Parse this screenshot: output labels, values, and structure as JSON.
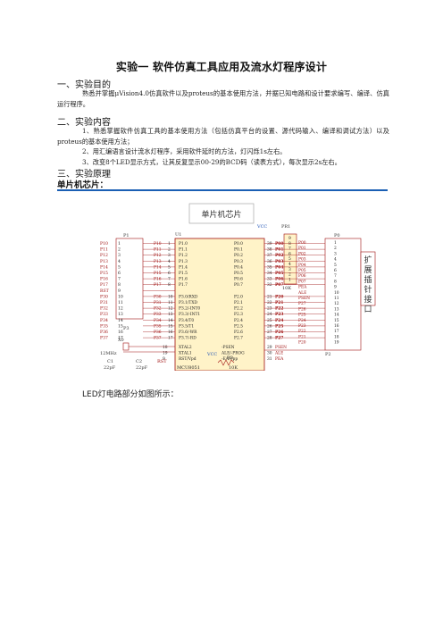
{
  "title": "实验一  软件仿真工具应用及流水灯程序设计",
  "sections": [
    {
      "heading": "一、实验目的"
    },
    {
      "heading": "二、实验内容"
    },
    {
      "heading": "三、实验原理"
    }
  ],
  "purpose_text": "熟悉并掌握μVision4.0仿真软件以及proteus的基本使用方法，并据已知电路和设计要求编写、编译、仿真运行程序。",
  "content_items": [
    "1、熟悉掌握软件仿真工具的基本使用方法（包括仿真平台的设置、源代码输入、编译和调试方法）以及proteus的基本使用方法；",
    "2、用汇编语言设计流水灯程序，采用软件延时的方法，灯闪烁1s左右。",
    "3、改变8个LED显示方式，让其反复显示00-29的BCD码（读表方式），每次显示2s左右。"
  ],
  "chip_subtitle": "单片机芯片：",
  "schematic": {
    "title_box": "单片机芯片",
    "chip_label": "U1",
    "chip_name": "MCU8051",
    "port_label_left": "P1",
    "port_label_right": "P0",
    "port_label_p3": "P3",
    "pr_label": "PR1",
    "res_value": "10K",
    "vcc_label": "VCC",
    "crystal_label": "X0",
    "crystal_freq": "12MHz",
    "c1_label": "C1",
    "c1_value": "22pF",
    "c2_label": "C2",
    "c2_value": "22pF",
    "r3_label": "R3",
    "r3_value": "10K",
    "rst_label": "RST",
    "p2_label": "P2",
    "ext_header": "扩展插针接口",
    "left_p1_pins": [
      "P10",
      "P11",
      "P12",
      "P13",
      "P14",
      "P15",
      "P16",
      "P17",
      "RST",
      "P30",
      "P31",
      "P32",
      "P33",
      "P34",
      "P35",
      "P36",
      "P37"
    ],
    "left_pin_nums": [
      "1",
      "2",
      "3",
      "4",
      "5",
      "6",
      "7",
      "8",
      "9",
      "10",
      "11",
      "12",
      "13",
      "14",
      "15",
      "16",
      "17"
    ],
    "chip_left_names": [
      "P1.0",
      "P1.1",
      "P1.2",
      "P1.3",
      "P1.4",
      "P1.5",
      "P1.6",
      "P1.7",
      "",
      "P3.0/RXD",
      "P3.1/TXD",
      "P3.2/-INT0",
      "P3.3/-INT1",
      "P3.4/T0",
      "P3.5/T1",
      "P3.6/-WR",
      "P3.7/-RD"
    ],
    "chip_right_names": [
      "P0.0",
      "P0.1",
      "P0.2",
      "P0.3",
      "P0.4",
      "P0.5",
      "P0.6",
      "P0.7",
      "",
      "P2.0",
      "P2.1",
      "P2.2",
      "P2.3",
      "P2.4",
      "P2.5",
      "P2.6",
      "P2.7"
    ],
    "chip_right_nums": [
      "39",
      "38",
      "37",
      "36",
      "35",
      "34",
      "33",
      "32",
      "",
      "21",
      "22",
      "23",
      "24",
      "25",
      "26",
      "27",
      "28"
    ],
    "chip_right_nets": [
      "P00",
      "P01",
      "P02",
      "P03",
      "P04",
      "P05",
      "P06",
      "P07",
      "",
      "P20",
      "P21",
      "P22",
      "P23",
      "P24",
      "P25",
      "P26",
      "P27"
    ],
    "chip_bottom_left": [
      "XTAL2",
      "XTAL1",
      "RST/Vpd"
    ],
    "chip_bottom_left_nums": [
      "18",
      "19",
      "9"
    ],
    "chip_bottom_right": [
      "-PSEN",
      "ALE/-PROG",
      "-EA/Vpp"
    ],
    "chip_bottom_right_nums": [
      "29",
      "30",
      "31"
    ],
    "chip_bottom_right_nets": [
      "PSEN",
      "ALE",
      "PEA"
    ],
    "pr_nums": [
      "9",
      "8",
      "7",
      "6",
      "5",
      "4",
      "3",
      "2",
      "1"
    ],
    "right_header_nets": [
      "P00",
      "P01",
      "P02",
      "P03",
      "P04",
      "P05",
      "P06",
      "P07",
      "PEA",
      "ALE",
      "PSEN",
      "P27",
      "P26",
      "P25",
      "P24",
      "P23",
      "P22",
      "P21",
      "P20"
    ],
    "right_header_nums": [
      "1",
      "2",
      "3",
      "4",
      "5",
      "6",
      "7",
      "8",
      "9",
      "10",
      "11",
      "12",
      "13",
      "14",
      "15",
      "16",
      "17",
      "18",
      "19"
    ]
  },
  "led_caption": "LED灯电路部分如图所示："
}
